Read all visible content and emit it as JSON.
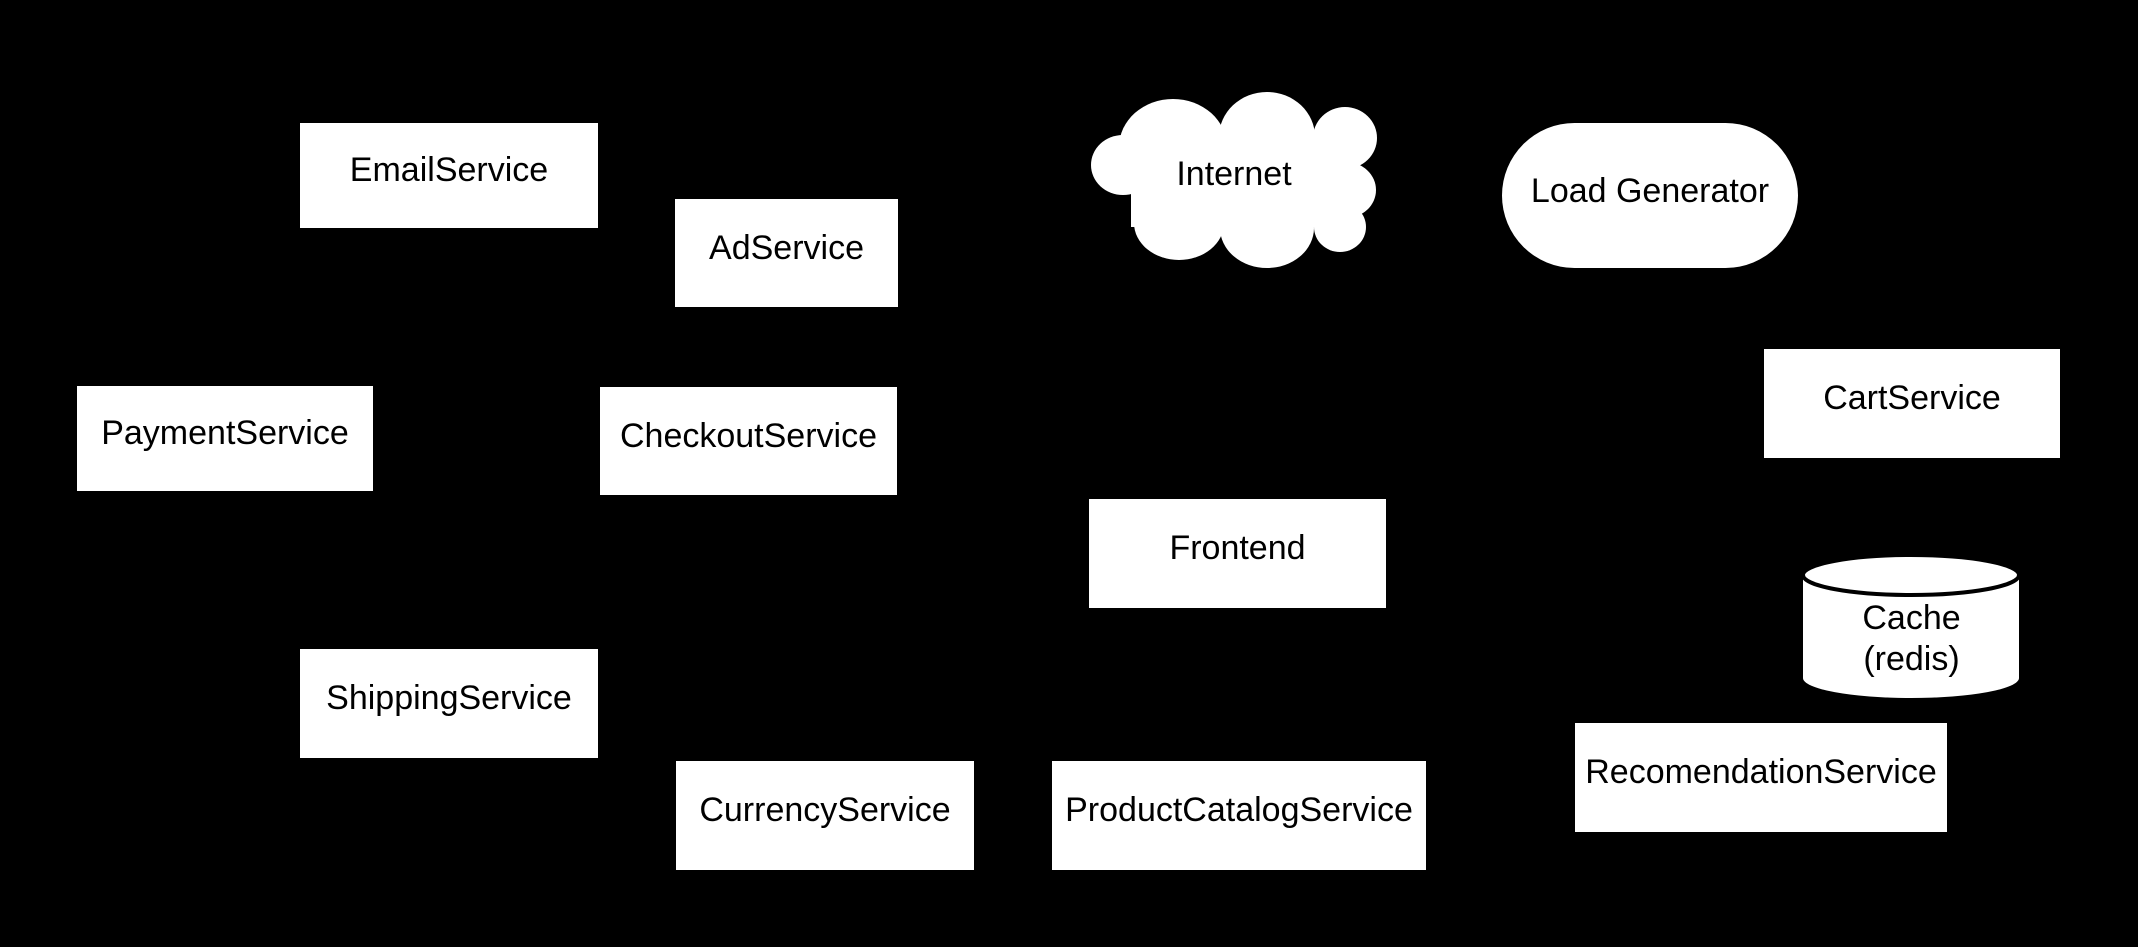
{
  "diagram": {
    "type": "architecture-diagram",
    "colors": {
      "background": "#000000",
      "node_fill": "#ffffff",
      "node_text": "#000000"
    },
    "nodes": {
      "email_service": {
        "label": "EmailService",
        "shape": "rectangle"
      },
      "ad_service": {
        "label": "AdService",
        "shape": "rectangle"
      },
      "internet": {
        "label": "Internet",
        "shape": "cloud"
      },
      "load_generator": {
        "label": "Load Generator",
        "shape": "rounded-rectangle"
      },
      "payment_service": {
        "label": "PaymentService",
        "shape": "rectangle"
      },
      "checkout_service": {
        "label": "CheckoutService",
        "shape": "rectangle"
      },
      "cart_service": {
        "label": "CartService",
        "shape": "rectangle"
      },
      "frontend": {
        "label": "Frontend",
        "shape": "rectangle"
      },
      "cache": {
        "label_line1": "Cache",
        "label_line2": "(redis)",
        "shape": "cylinder"
      },
      "shipping_service": {
        "label": "ShippingService",
        "shape": "rectangle"
      },
      "currency_service": {
        "label": "CurrencyService",
        "shape": "rectangle"
      },
      "product_catalog_service": {
        "label": "ProductCatalogService",
        "shape": "rectangle"
      },
      "recomendation_service": {
        "label": "RecomendationService",
        "shape": "rectangle"
      }
    },
    "edges": []
  }
}
